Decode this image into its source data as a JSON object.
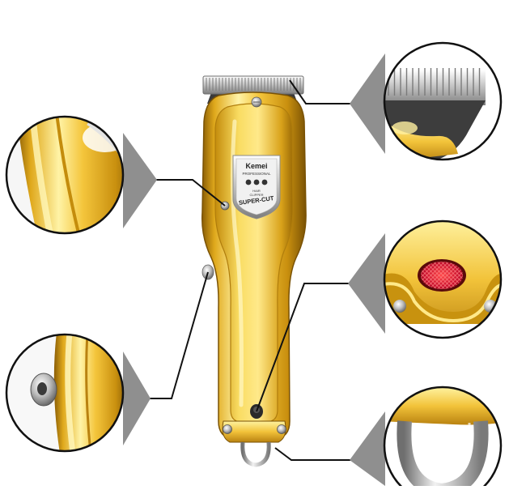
{
  "badge": {
    "brand": "Kemei",
    "line": "PROFESSIONAL",
    "small1": "HAIR",
    "small2": "CLIPPER",
    "model": "SUPER-CUT"
  },
  "colors": {
    "gold_light": "#fff1a8",
    "gold": "#f1c232",
    "gold_dark": "#a8790a",
    "chrome": "#d9d9d9",
    "callout_line": "#111111",
    "wedge": "#8a8a8a",
    "led": "#c8102e"
  },
  "callouts": [
    {
      "name": "body-edge",
      "side": "left"
    },
    {
      "name": "blade",
      "side": "right"
    },
    {
      "name": "side-screw",
      "side": "left"
    },
    {
      "name": "power-button",
      "side": "right"
    },
    {
      "name": "hanging-ring",
      "side": "right"
    }
  ]
}
